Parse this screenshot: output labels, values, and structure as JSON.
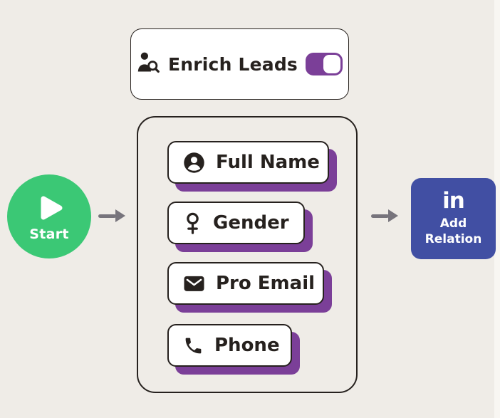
{
  "colors": {
    "background": "#EFECE7",
    "accent_purple": "#7B3F98",
    "start_green": "#3BC875",
    "linkedin_blue": "#414FA3",
    "ink": "#26211E",
    "arrow_gray": "#77747C",
    "card_white": "#FFFFFF"
  },
  "start": {
    "label": "Start",
    "icon": "play-icon"
  },
  "enrich": {
    "label": "Enrich Leads",
    "icon": "person-search-icon",
    "toggle": {
      "state": "on"
    }
  },
  "fields": {
    "items": [
      {
        "label": "Full Name",
        "icon": "person-circle-icon"
      },
      {
        "label": "Gender",
        "icon": "female-icon"
      },
      {
        "label": "Pro Email",
        "icon": "envelope-icon"
      },
      {
        "label": "Phone",
        "icon": "phone-icon"
      }
    ]
  },
  "add_relation": {
    "brand": "in",
    "icon": "linkedin-icon",
    "line1": "Add",
    "line2": "Relation"
  }
}
